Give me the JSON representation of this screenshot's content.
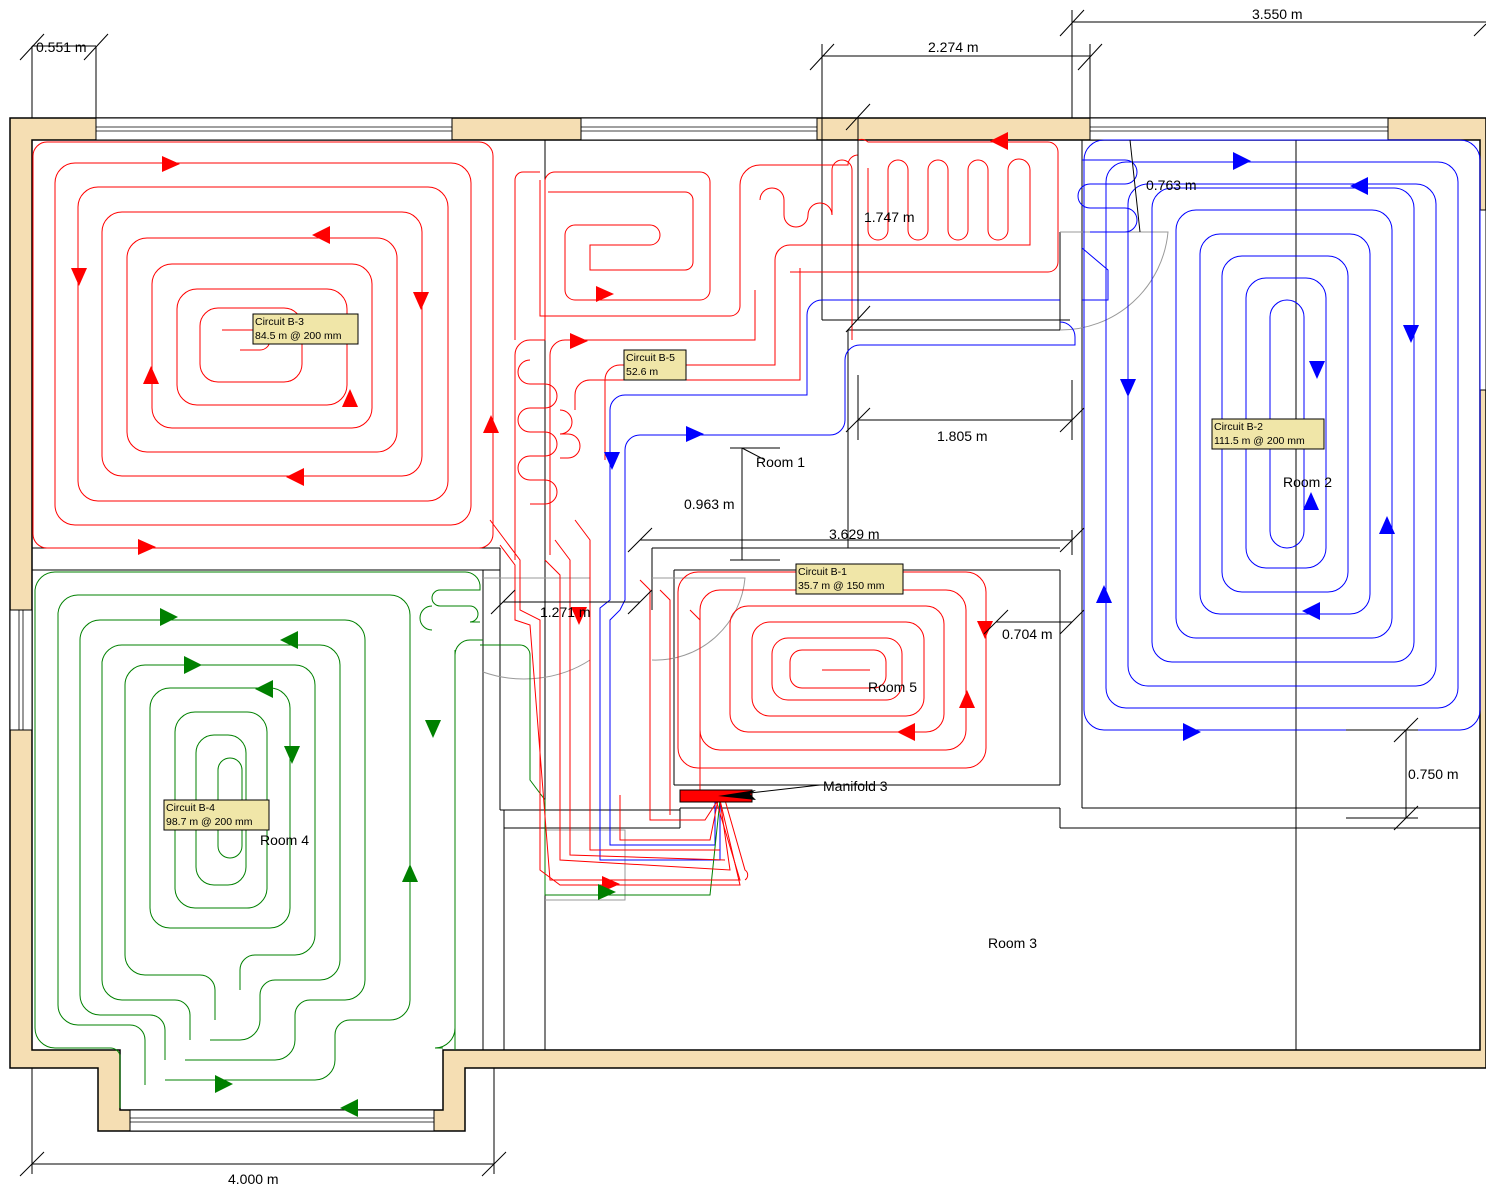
{
  "dimensions": {
    "d_0551": "0.551 m",
    "d_2274": "2.274 m",
    "d_3550": "3.550 m",
    "d_1747": "1.747 m",
    "d_0763": "0.763 m",
    "d_1805": "1.805 m",
    "d_0963": "0.963 m",
    "d_3629": "3.629 m",
    "d_1271": "1.271 m",
    "d_0704": "0.704 m",
    "d_0750": "0.750 m",
    "d_4000": "4.000 m"
  },
  "rooms": {
    "room1": "Room 1",
    "room2": "Room 2",
    "room3": "Room 3",
    "room4": "Room 4",
    "room5": "Room 5"
  },
  "manifold": "Manifold 3",
  "circuits": {
    "b1": {
      "name": "Circuit B-1",
      "spec": "35.7 m @ 150 mm",
      "color": "#ff0000"
    },
    "b2": {
      "name": "Circuit B-2",
      "spec": "111.5 m @ 200 mm",
      "color": "#0000ff"
    },
    "b3": {
      "name": "Circuit B-3",
      "spec": "84.5 m @ 200 mm",
      "color": "#ff0000"
    },
    "b4": {
      "name": "Circuit B-4",
      "spec": "98.7 m @ 200 mm",
      "color": "#008000"
    },
    "b5": {
      "name": "Circuit B-5",
      "spec": "52.6 m",
      "color": "#ff0000"
    }
  },
  "colors": {
    "wall_fill": "#f5deb3",
    "label_fill": "#f0e6a8",
    "manifold": "#ff0000"
  }
}
